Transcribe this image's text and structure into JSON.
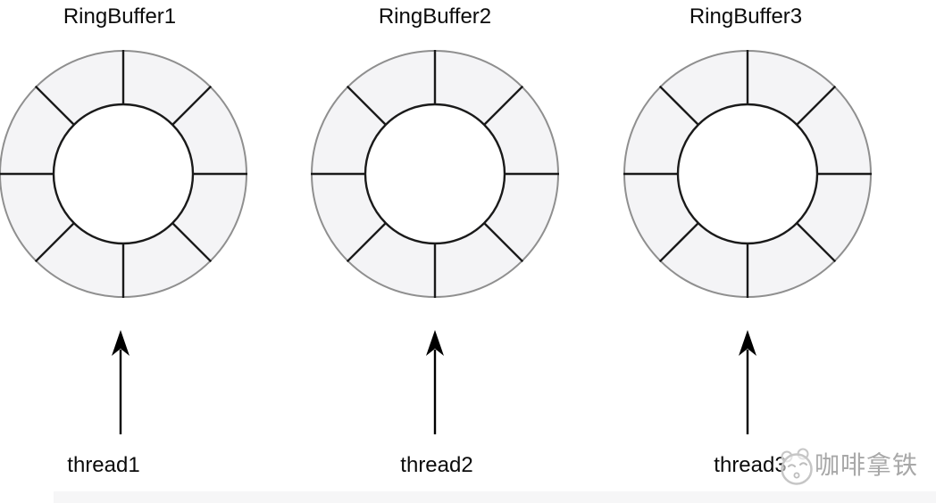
{
  "diagram": {
    "buffers": [
      {
        "title": "RingBuffer1",
        "thread_label": "thread1",
        "segments": 8
      },
      {
        "title": "RingBuffer2",
        "thread_label": "thread2",
        "segments": 8
      },
      {
        "title": "RingBuffer3",
        "thread_label": "thread3",
        "segments": 8
      }
    ],
    "colors": {
      "ring_fill": "#f4f4f6",
      "ring_outer_stroke": "#8f8f8f",
      "ring_inner_stroke": "#1a1a1a",
      "spoke_stroke": "#1a1a1a",
      "arrow": "#000000",
      "text": "#0b0b0b",
      "watermark": "#a8a8a8",
      "watermark_logo": "#c6c6c6"
    },
    "geometry": {
      "outer_radius": 138,
      "inner_radius": 78
    }
  },
  "watermark": {
    "text": "咖啡拿铁",
    "logo": "cat-face-logo"
  }
}
